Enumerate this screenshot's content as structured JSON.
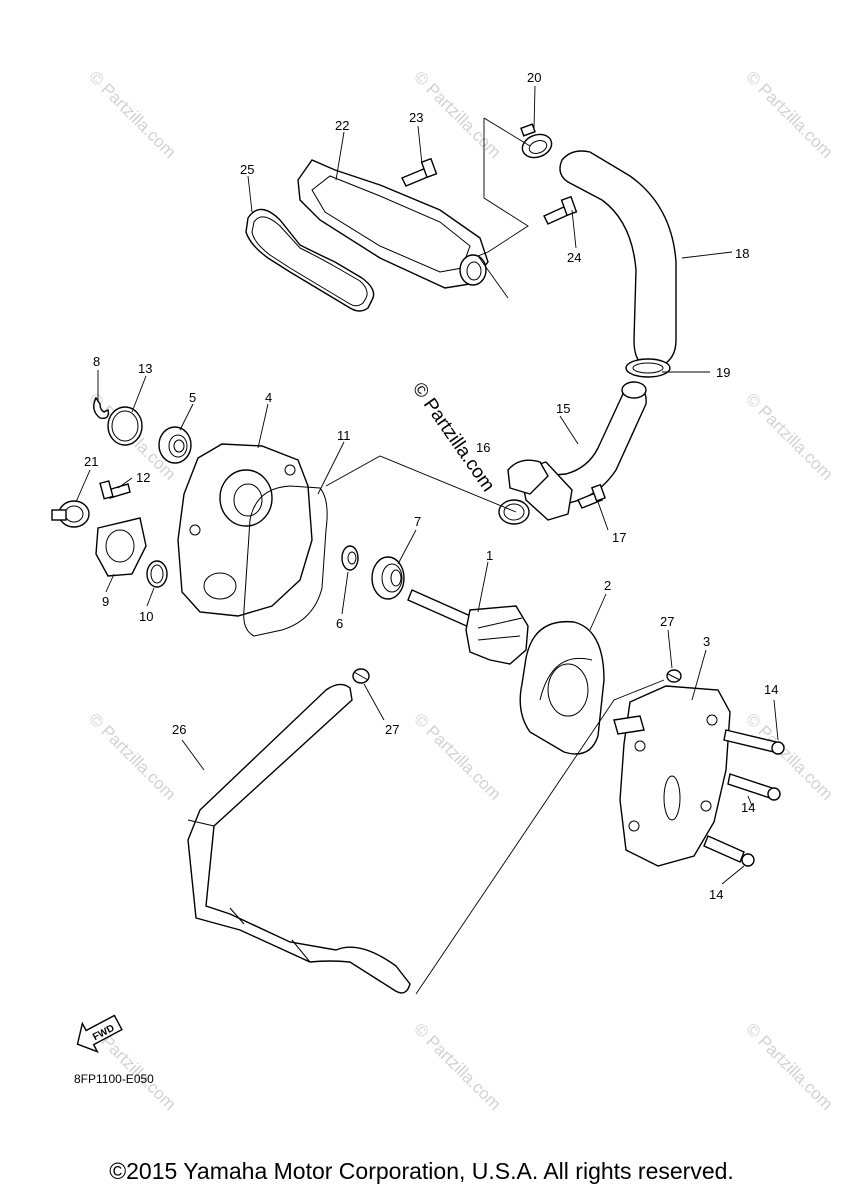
{
  "diagram": {
    "callouts": {
      "p1": "1",
      "p2": "2",
      "p3": "3",
      "p4": "4",
      "p5": "5",
      "p6": "6",
      "p7": "7",
      "p8": "8",
      "p9": "9",
      "p10": "10",
      "p11": "11",
      "p12": "12",
      "p13": "13",
      "p14": "14",
      "p15": "15",
      "p16": "16",
      "p17": "17",
      "p18": "18",
      "p19": "19",
      "p20": "20",
      "p21": "21",
      "p22": "22",
      "p23": "23",
      "p24": "24",
      "p25": "25",
      "p26": "26",
      "p27": "27"
    },
    "watermark": "© Partzilla.com",
    "fwd_label": "FWD",
    "diagram_code": "8FP1100-E050",
    "copyright": "©2015 Yamaha Motor Corporation, U.S.A. All rights reserved."
  }
}
